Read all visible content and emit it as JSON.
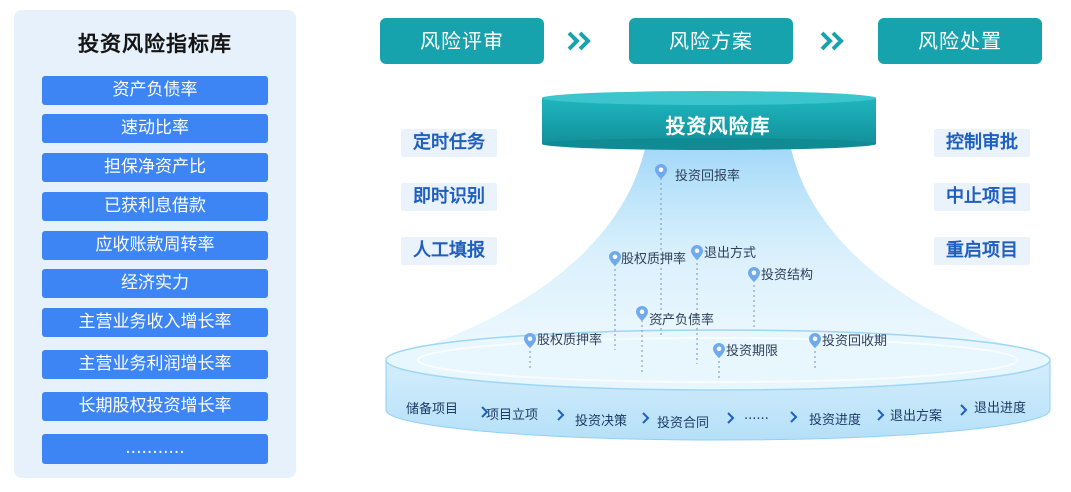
{
  "panel": {
    "title": "投资风险指标库",
    "items": [
      "资产负债率",
      "速动比率",
      "担保净资产比",
      "已获利息借款",
      "应收账款周转率",
      "经济实力",
      "主营业务收入增长率",
      "主营业务利润增长率",
      "长期股权投资增长率",
      "..........."
    ]
  },
  "steps": [
    "风险评审",
    "风险方案",
    "风险处置"
  ],
  "library_label": "投资风险库",
  "left_labels": [
    "定时任务",
    "即时识别",
    "人工填报"
  ],
  "right_labels": [
    "控制审批",
    "中止项目",
    "重启项目"
  ],
  "pins": [
    "投资回报率",
    "股权质押率",
    "退出方式",
    "投资结构",
    "资产负债率",
    "股权质押率",
    "投资期限",
    "投资回收期"
  ],
  "stages": [
    "储备项目",
    "项目立项",
    "投资决策",
    "投资合同",
    "......",
    "投资进度",
    "退出方案",
    "退出进度"
  ],
  "colors": {
    "teal": "#17a3ad",
    "blue": "#3d85f5",
    "panel_bg": "#e6f1fc",
    "side_text": "#1f5fbf"
  },
  "icons": [
    "chevron-double-right-icon",
    "location-pin-icon",
    "chevron-right-icon"
  ]
}
